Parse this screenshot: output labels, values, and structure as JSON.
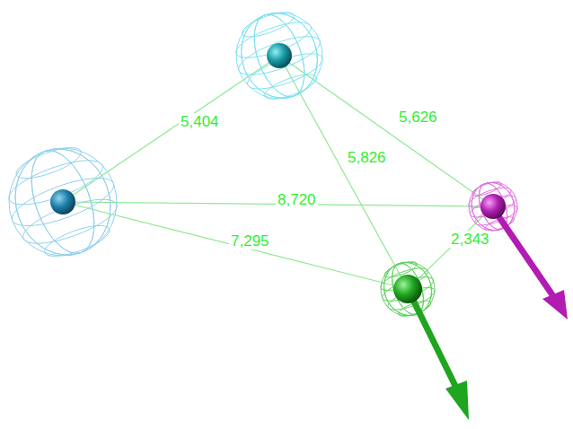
{
  "diagram": {
    "labels": [
      "5,404",
      "5,626",
      "5,826",
      "8,720",
      "7,295",
      "2,343"
    ]
  }
}
